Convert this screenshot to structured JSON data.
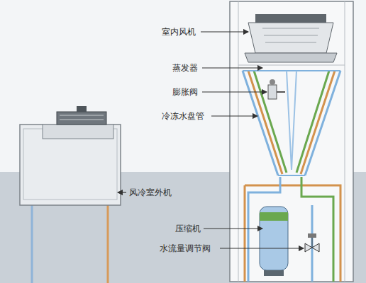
{
  "diagram": {
    "labels": [
      "室内风机",
      "蒸发器",
      "膨胀阀",
      "冷冻水盘管",
      "风冷室外机",
      "压缩机",
      "水流量调节阀"
    ]
  }
}
